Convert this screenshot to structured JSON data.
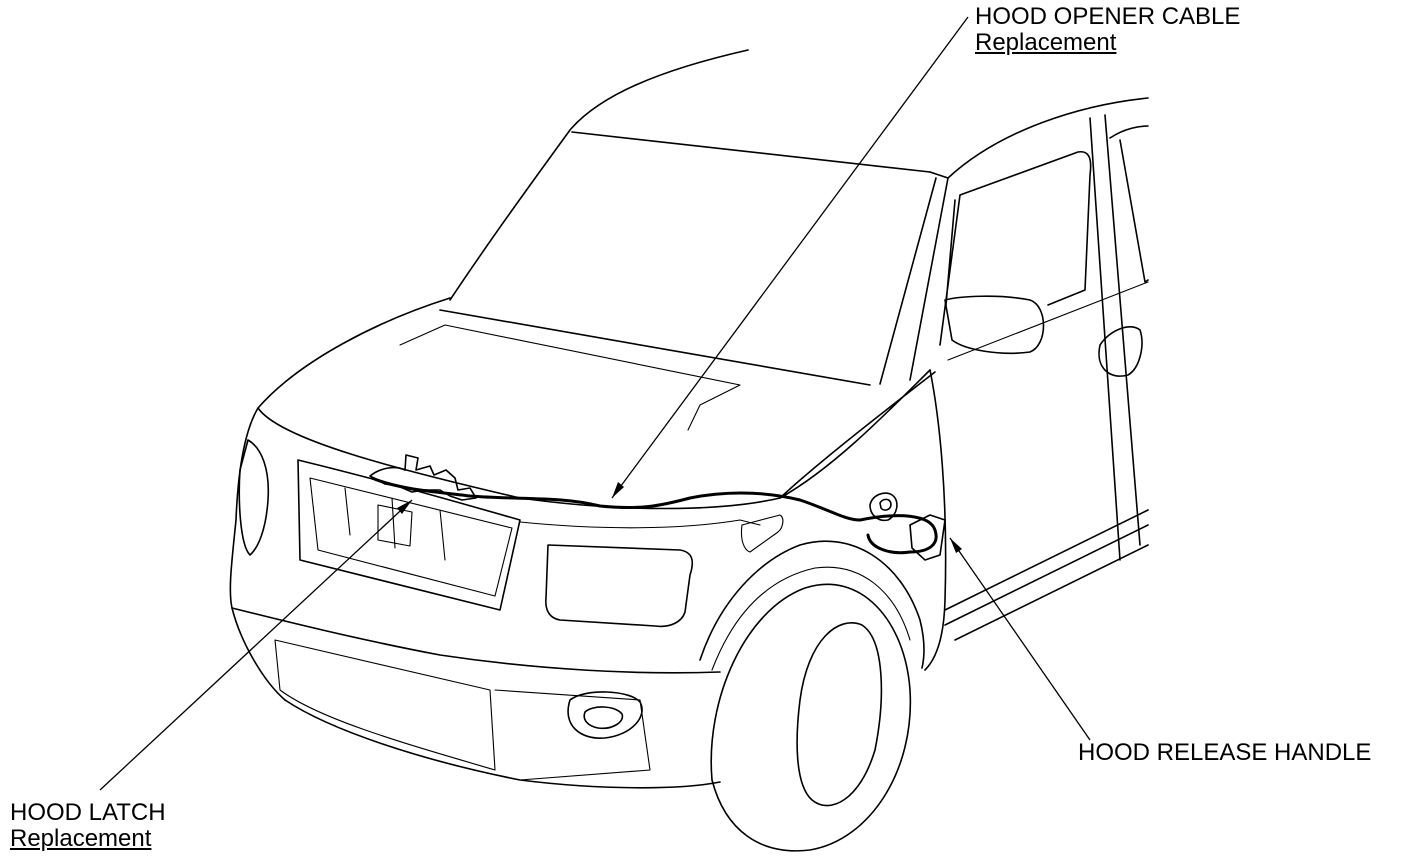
{
  "callouts": {
    "hood_opener_cable": {
      "title": "HOOD OPENER CABLE",
      "subtitle": "Replacement"
    },
    "hood_latch": {
      "title": "HOOD LATCH",
      "subtitle": "Replacement"
    },
    "hood_release_handle": {
      "title": "HOOD RELEASE HANDLE"
    }
  }
}
